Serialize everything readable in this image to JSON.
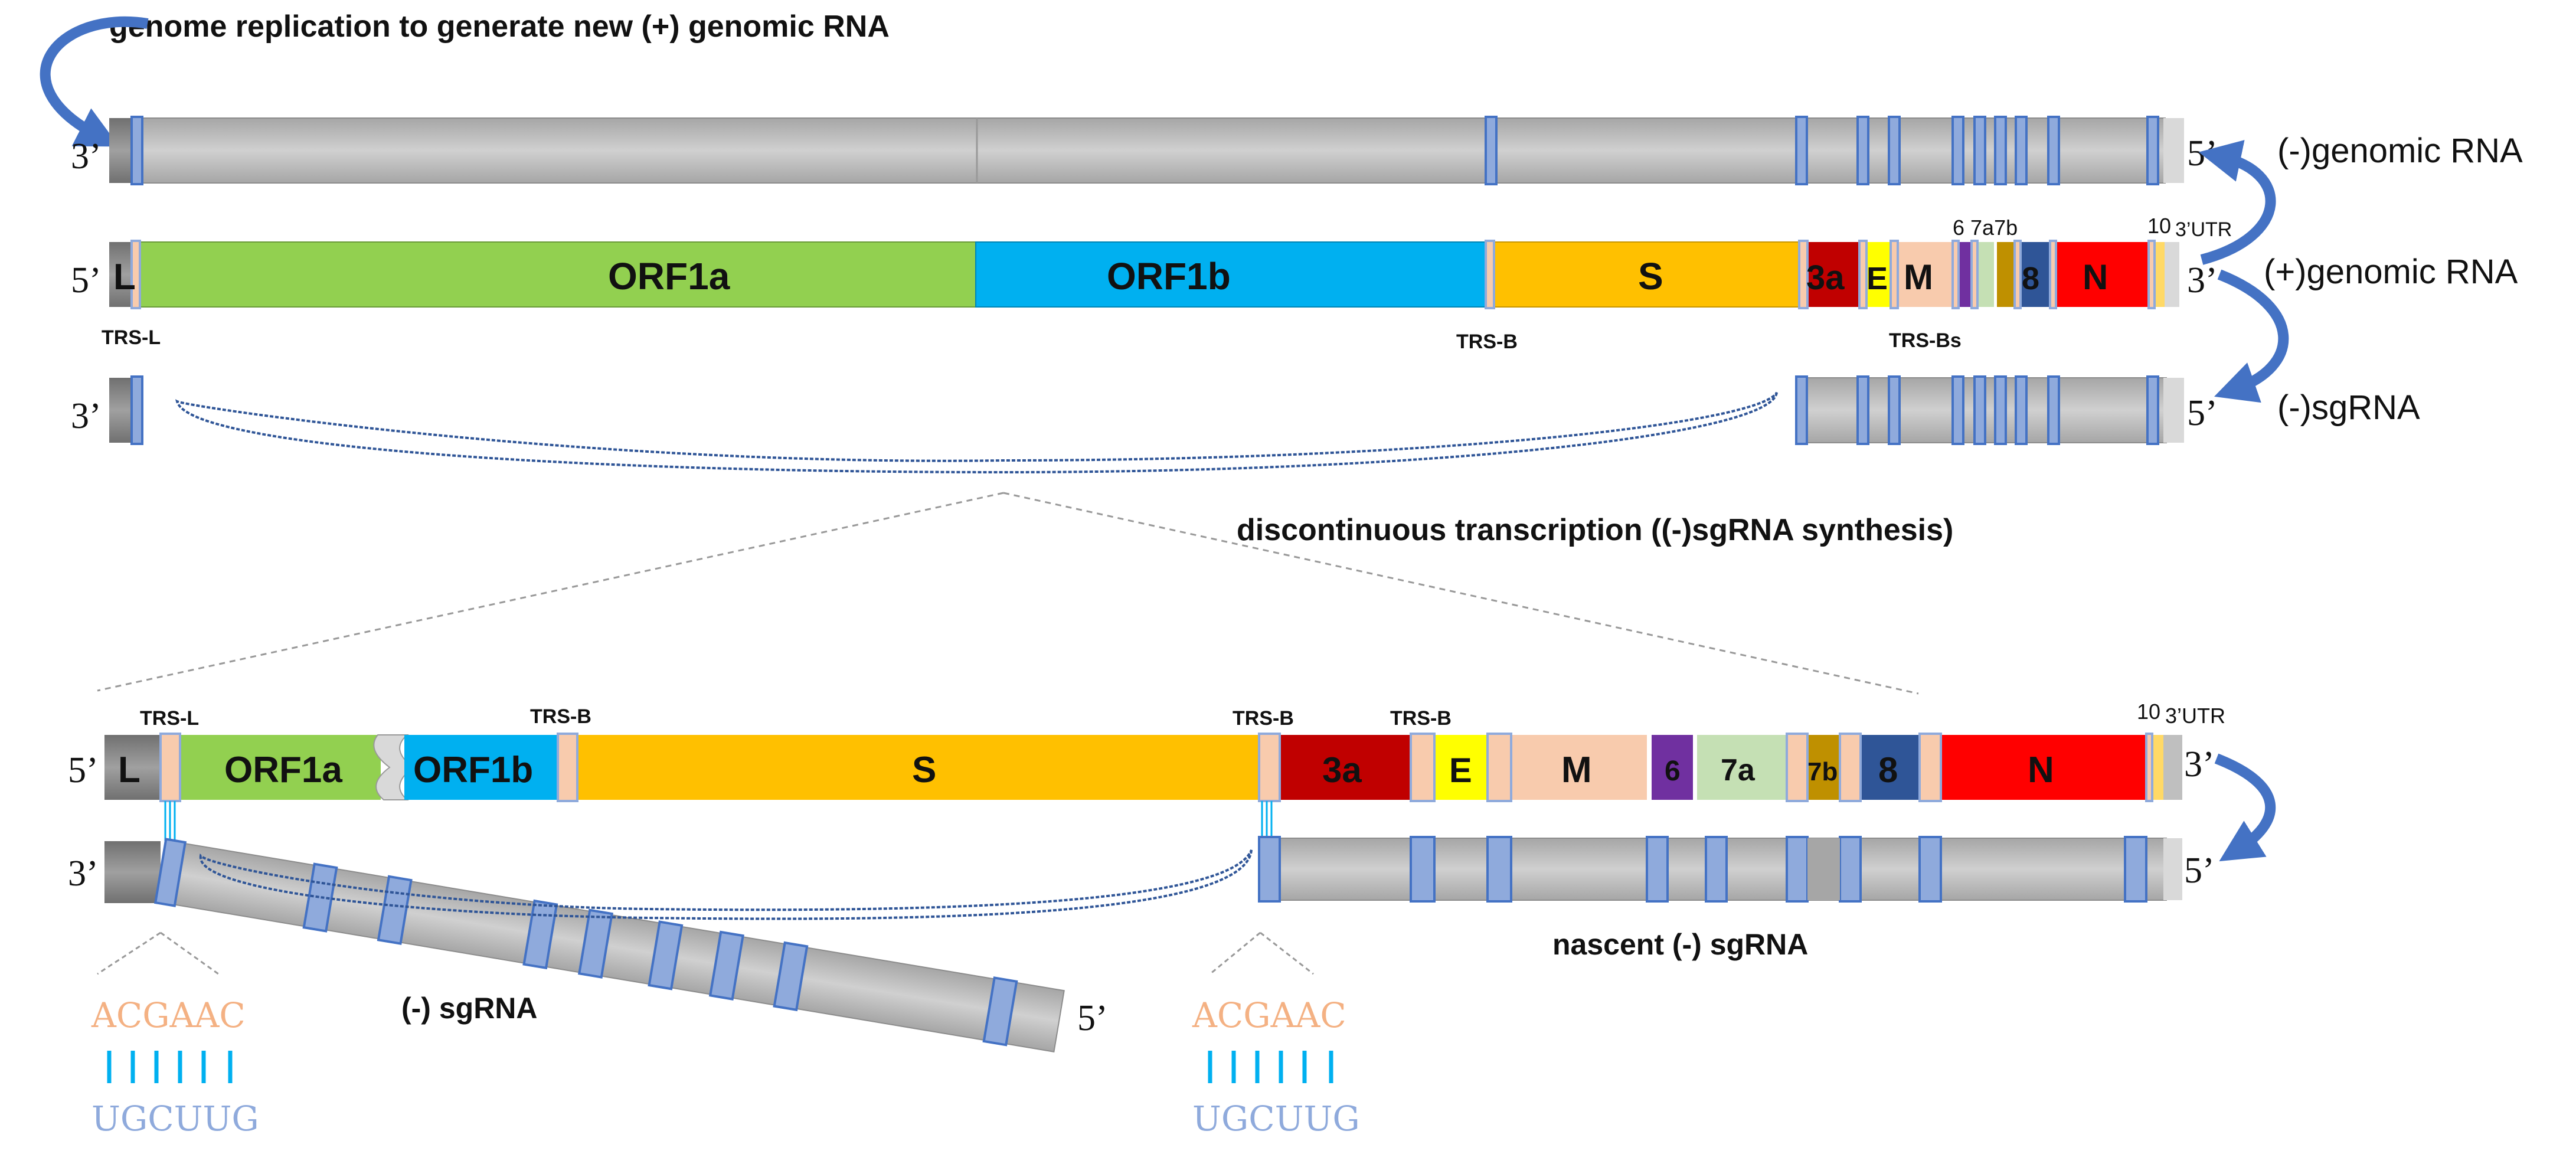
{
  "title": "genome replication to generate new (+) genomic RNA",
  "caption_discontinuous": "discontinuous transcription ((-)sgRNA synthesis)",
  "rna_labels": {
    "neg_genomic": "(-)genomic RNA",
    "pos_genomic": "(+)genomic RNA",
    "neg_sgrna": "(-)sgRNA",
    "neg_sgrna_bottom": "(-) sgRNA",
    "nascent_sgrna": "nascent (-) sgRNA"
  },
  "ends": {
    "three_prime": "3’",
    "five_prime": "5’"
  },
  "genes": {
    "L": "L",
    "orf1a": "ORF1a",
    "orf1b": "ORF1b",
    "S": "S",
    "g3a": "3a",
    "E": "E",
    "M": "M",
    "g6": "6",
    "g7a": "7a",
    "g7b": "7b",
    "g8": "8",
    "N": "N",
    "g10": "10",
    "utr3": "3’UTR",
    "small_top": "6 7a7b"
  },
  "trs": {
    "L": "TRS-L",
    "B": "TRS-B",
    "Bs": "TRS-Bs"
  },
  "sequences": {
    "leader": "ACGAAC",
    "complement": "UGCUUG",
    "pairs": "||||||"
  },
  "colors": {
    "orf1a": "#92d050",
    "orf1b": "#00b0f0",
    "S": "#ffc000",
    "g3a": "#c00000",
    "E": "#ffff00",
    "M": "#f8cbad",
    "g6": "#7030a0",
    "g7a": "#c5e0b4",
    "g7b": "#bf9000",
    "g8": "#2f5597",
    "N": "#ff0000",
    "trs": "#f8cbad",
    "rna_grey": "#bfbfbf",
    "marker": "#8faadc",
    "arrow": "#4472c4"
  }
}
